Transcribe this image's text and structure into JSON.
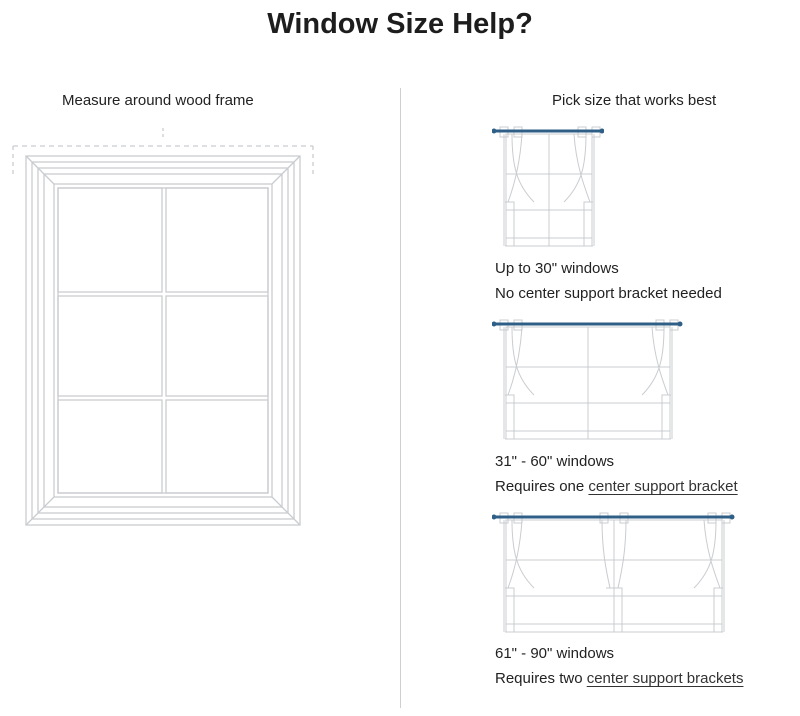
{
  "page": {
    "title": "Window Size Help?"
  },
  "left": {
    "heading": "Measure around wood frame"
  },
  "right": {
    "heading": "Pick size that works best",
    "options": [
      {
        "line1": "Up to 30\" windows",
        "line2": "No center support bracket needed",
        "link": ""
      },
      {
        "line1": "31\" - 60\" windows",
        "line2_prefix": "Requires one ",
        "link": "center support bracket"
      },
      {
        "line1": "61\" - 90\" windows",
        "line2_prefix": "Requires two ",
        "link": "center support brackets"
      }
    ]
  },
  "colors": {
    "rod": "#2f5f86",
    "line": "#c9ccd0",
    "text": "#222222"
  }
}
